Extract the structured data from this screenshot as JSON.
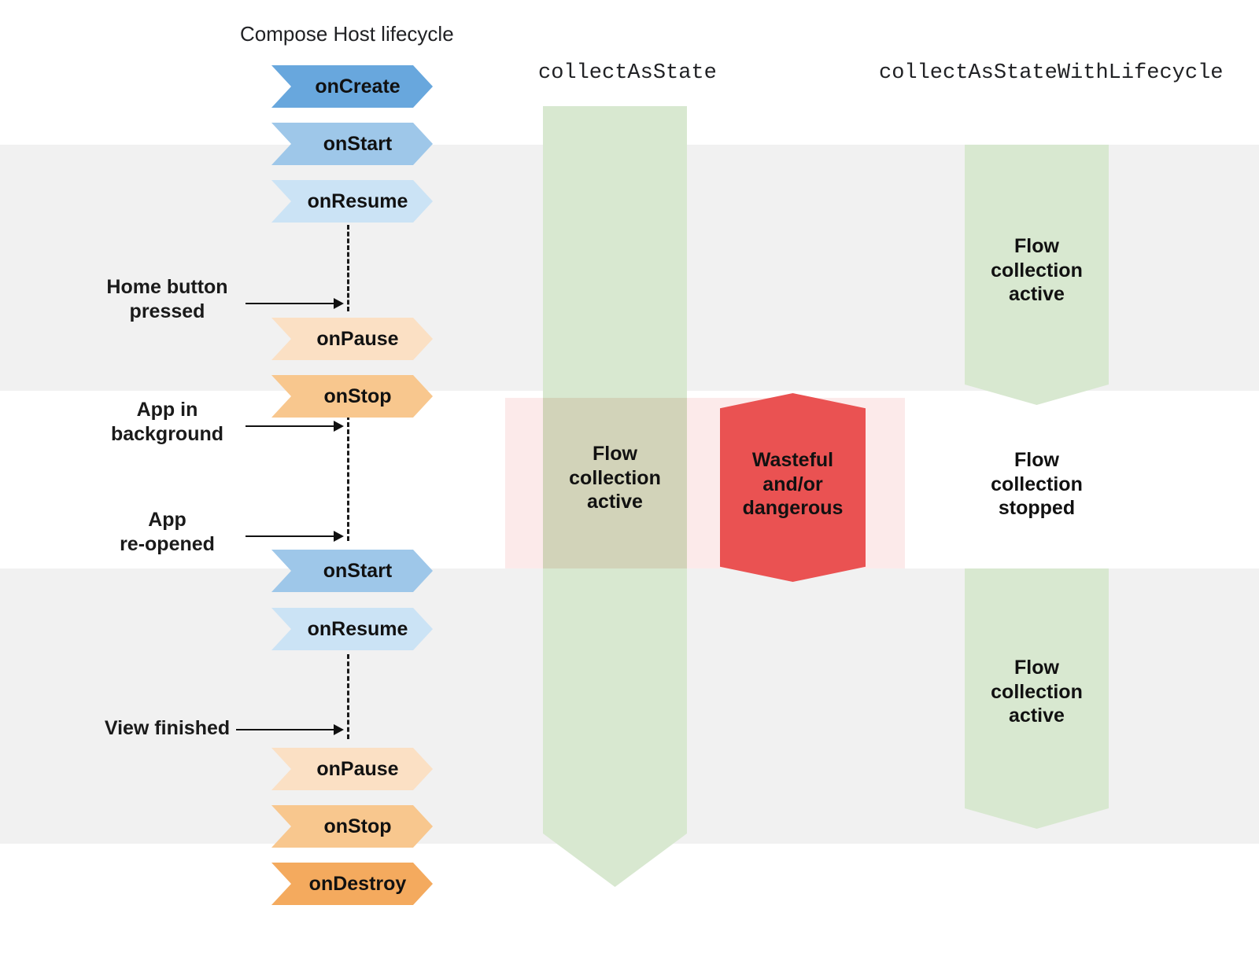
{
  "diagram": {
    "title": "Compose Host lifecycle",
    "columns": {
      "lifecycle_header": "Compose Host lifecycle",
      "collect_as_state_header": "collectAsState",
      "collect_as_state_with_lifecycle_header": "collectAsStateWithLifecycle"
    },
    "lifecycle_events": [
      {
        "label": "onCreate",
        "color": "#68a7dd",
        "tone": "dark-blue"
      },
      {
        "label": "onStart",
        "color": "#9ec7e9",
        "tone": "mid-blue"
      },
      {
        "label": "onResume",
        "color": "#cbe3f5",
        "tone": "light-blue"
      },
      {
        "label": "onPause",
        "color": "#fbe0c4",
        "tone": "light-orange"
      },
      {
        "label": "onStop",
        "color": "#f8c78e",
        "tone": "mid-orange"
      },
      {
        "label": "onStart",
        "color": "#9ec7e9",
        "tone": "mid-blue"
      },
      {
        "label": "onResume",
        "color": "#cbe3f5",
        "tone": "light-blue"
      },
      {
        "label": "onPause",
        "color": "#fbe0c4",
        "tone": "light-orange"
      },
      {
        "label": "onStop",
        "color": "#f8c78e",
        "tone": "mid-orange"
      },
      {
        "label": "onDestroy",
        "color": "#f4a košu",
        "tone": "strong-orange"
      }
    ],
    "lifecycle_event_labels": {
      "e0": "onCreate",
      "e1": "onStart",
      "e2": "onResume",
      "e3": "onPause",
      "e4": "onStop",
      "e5": "onStart",
      "e6": "onResume",
      "e7": "onPause",
      "e8": "onStop",
      "e9": "onDestroy"
    },
    "user_events": [
      {
        "id": "home-button-pressed",
        "label": "Home button\npressed"
      },
      {
        "id": "app-in-background",
        "label": "App in\nbackground"
      },
      {
        "id": "app-re-opened",
        "label": "App\nre-opened"
      },
      {
        "id": "view-finished",
        "label": "View finished"
      }
    ],
    "collect_as_state": {
      "status_label": "Flow\ncollection\nactive",
      "state": "active-throughout"
    },
    "collect_as_state_with_lifecycle": {
      "status_active_top": "Flow\ncollection\nactive",
      "status_stopped": "Flow\ncollection\nstopped",
      "status_active_bottom": "Flow\ncollection\nactive"
    },
    "warning": {
      "label": "Wasteful\nand/or\ndangerous"
    },
    "colors": {
      "band_gray": "#f1f1f1",
      "band_pink": "#fceaea",
      "flow_green": "#d8e8d0",
      "flow_green_tinted": "#d2d3b9",
      "warning_red": "#ea5252",
      "chevron_dark_blue": "#68a7dd",
      "chevron_mid_blue": "#9ec7e9",
      "chevron_light_blue": "#cbe3f5",
      "chevron_light_orange": "#fbe0c4",
      "chevron_mid_orange": "#f8c78e",
      "chevron_strong_orange": "#f4aa5e",
      "text": "#111111"
    }
  }
}
